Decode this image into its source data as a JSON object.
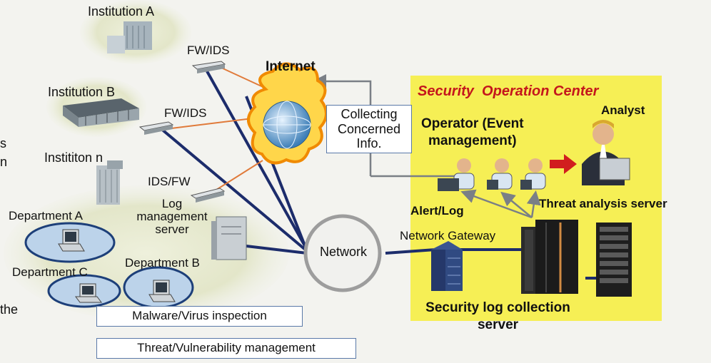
{
  "institutions": {
    "a": "Institution A",
    "b": "Institution B",
    "n": "Instititon n"
  },
  "devices": {
    "fw_ids_1": "FW/IDS",
    "fw_ids_2": "FW/IDS",
    "ids_fw": "IDS/FW",
    "log_server": [
      "Log",
      "management",
      "server"
    ]
  },
  "internet": "Internet",
  "collecting_box": [
    "Collecting",
    "Concerned",
    "Info."
  ],
  "network": "Network",
  "departments": {
    "a": "Department A",
    "b": "Department B",
    "c": "Department C"
  },
  "services": {
    "malware": "Malware/Virus inspection",
    "threat": "Threat/Vulnerability management"
  },
  "soc": {
    "title": "Security  Operation Center",
    "analyst": "Analyst",
    "operator": [
      "Operator (Event",
      "management)"
    ],
    "alert_log": "Alert/Log",
    "threat_server": "Threat analysis server",
    "network_gateway": "Network Gateway",
    "security_log": [
      "Security log collection",
      "server"
    ]
  },
  "cut_text": [
    "s",
    "n",
    "the"
  ],
  "colors": {
    "soc_bg": "#f6ef55",
    "soc_title": "#c4161c",
    "line_navy": "#1c2c6b",
    "line_orange": "#e07a3a",
    "cloud_fill": "#ffd64a",
    "cloud_border": "#f08a00",
    "arrow_red": "#d11e1e"
  }
}
